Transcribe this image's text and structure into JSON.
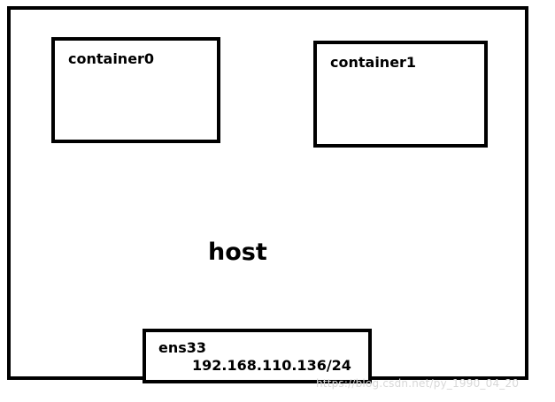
{
  "diagram": {
    "host_label": "host",
    "containers": [
      {
        "label": "container0"
      },
      {
        "label": "container1"
      }
    ],
    "nic": {
      "name": "ens33",
      "ip": "192.168.110.136/24"
    },
    "watermark": "https://blog.csdn.net/py_1990_04_20"
  }
}
